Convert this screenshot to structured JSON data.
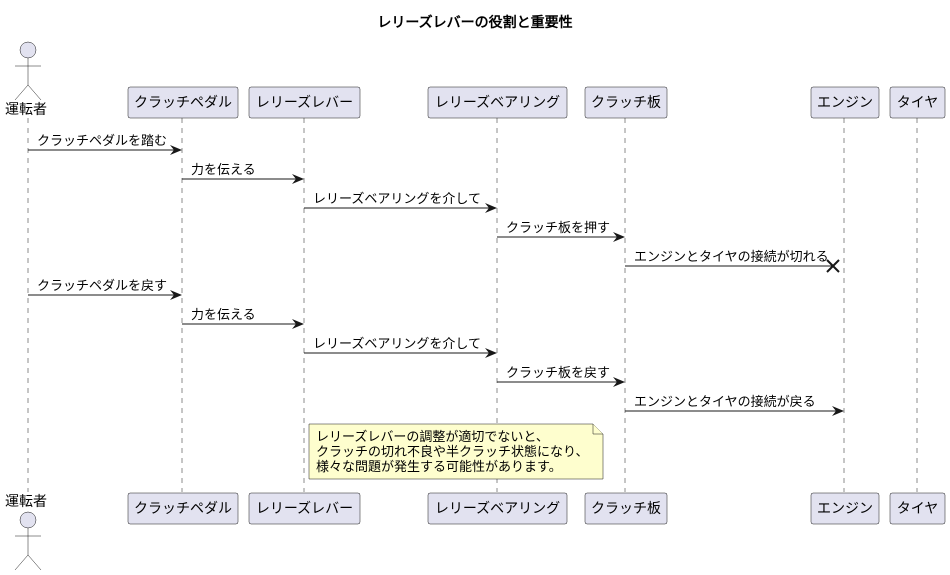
{
  "title": "レリーズレバーの役割と重要性",
  "actor": {
    "label": "運転者"
  },
  "participants": [
    {
      "label": "クラッチペダル"
    },
    {
      "label": "レリーズレバー"
    },
    {
      "label": "レリーズベアリング"
    },
    {
      "label": "クラッチ板"
    },
    {
      "label": "エンジン"
    },
    {
      "label": "タイヤ"
    }
  ],
  "messages": [
    {
      "label": "クラッチペダルを踏む"
    },
    {
      "label": "力を伝える"
    },
    {
      "label": "レリーズベアリングを介して"
    },
    {
      "label": "クラッチ板を押す"
    },
    {
      "label": "エンジンとタイヤの接続が切れる"
    },
    {
      "label": "クラッチペダルを戻す"
    },
    {
      "label": "力を伝える"
    },
    {
      "label": "レリーズベアリングを介して"
    },
    {
      "label": "クラッチ板を戻す"
    },
    {
      "label": "エンジンとタイヤの接続が戻る"
    }
  ],
  "note": {
    "lines": [
      "レリーズレバーの調整が適切でないと、",
      "クラッチの切れ不良や半クラッチ状態になり、",
      "様々な問題が発生する可能性があります。"
    ]
  }
}
